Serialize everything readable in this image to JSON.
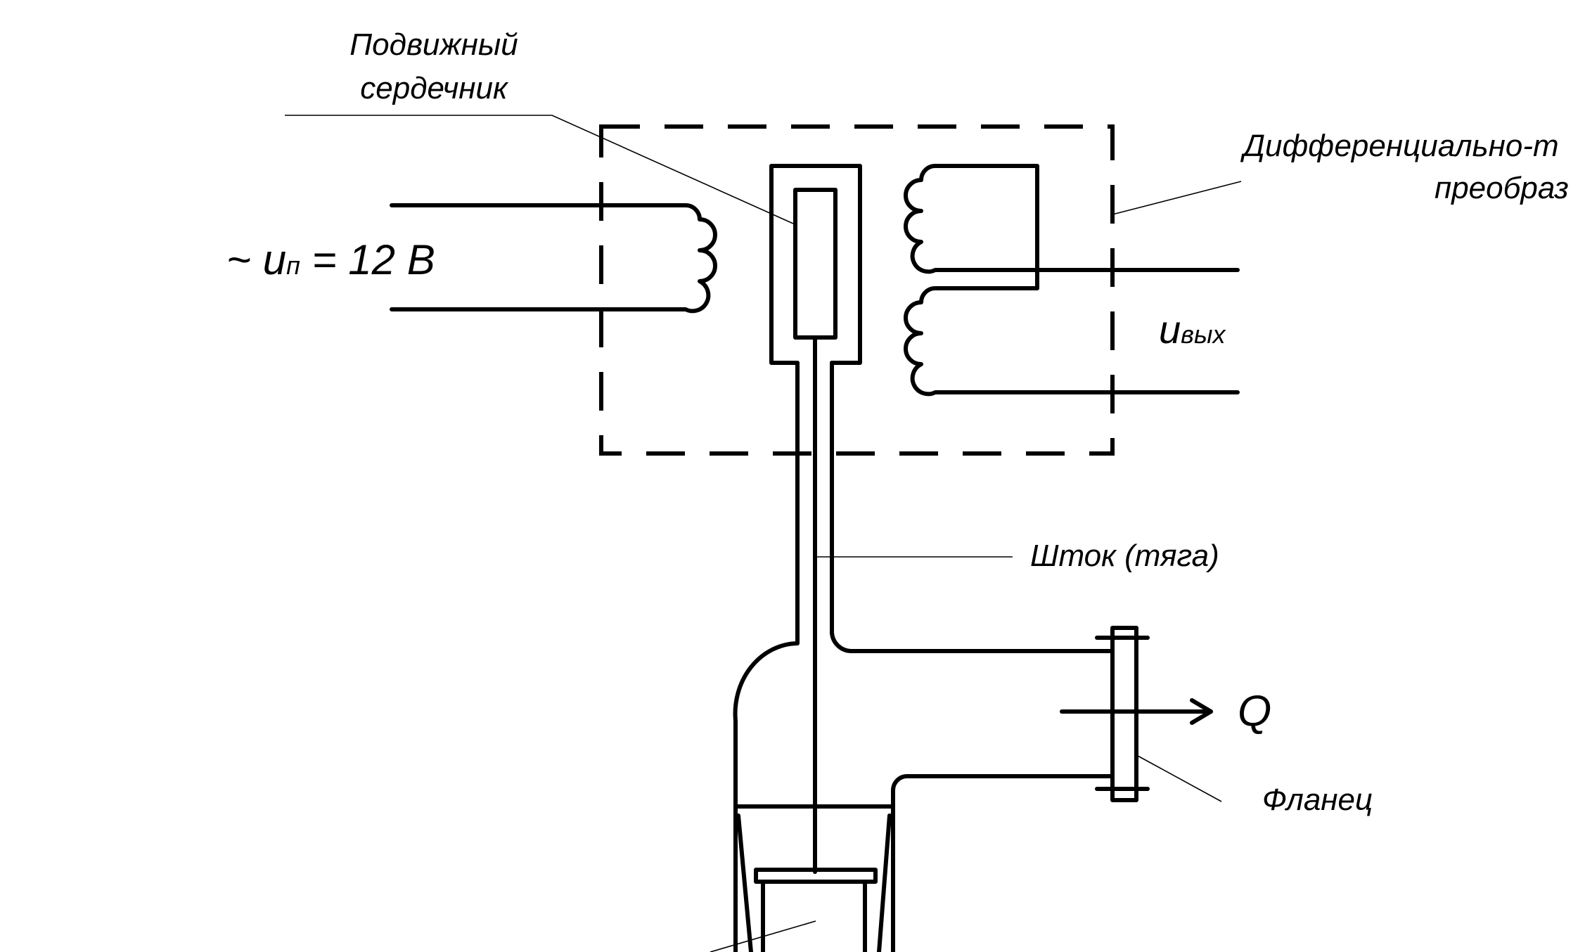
{
  "labels": {
    "movable_core_line1": "Подвижный",
    "movable_core_line2": "сердечник",
    "transformer_line1": "Дифференциально-т",
    "transformer_line2": "преобраз",
    "supply_prefix": "~ ",
    "supply_symbol": "u",
    "supply_sub": "п",
    "supply_value": " = 12 В",
    "output_symbol": "u",
    "output_sub": "вых",
    "rod": "Шток (тяга)",
    "flow": "Q",
    "flange": "Фланец"
  }
}
